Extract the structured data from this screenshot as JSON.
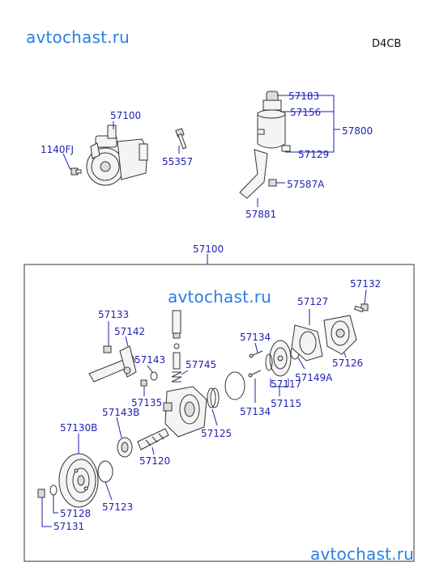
{
  "watermarks": [
    "avtochast.ru",
    "avtochast.ru",
    "avtochast.ru"
  ],
  "engine_code": "D4CB",
  "labels": {
    "p57100_top": "57100",
    "p1140FJ": "1140FJ",
    "p55357": "55357",
    "p57183": "57183",
    "p57156": "57156",
    "p57800": "57800",
    "p57129": "57129",
    "p57587A": "57587A",
    "p57881": "57881",
    "p57100_box": "57100",
    "p57132": "57132",
    "p57127": "57127",
    "p57133": "57133",
    "p57142": "57142",
    "p57134a": "57134",
    "p57143": "57143",
    "p57745": "57745",
    "p57126": "57126",
    "p57149A": "57149A",
    "p57117": "57117",
    "p57115": "57115",
    "p57135": "57135",
    "p57134b": "57134",
    "p57143B": "57143B",
    "p57130B": "57130B",
    "p57125": "57125",
    "p57120": "57120",
    "p57123": "57123",
    "p57128": "57128",
    "p57131": "57131"
  },
  "colors": {
    "label": "#1f1fb4",
    "watermark": "#2a7de1",
    "drawing": "#333333"
  }
}
